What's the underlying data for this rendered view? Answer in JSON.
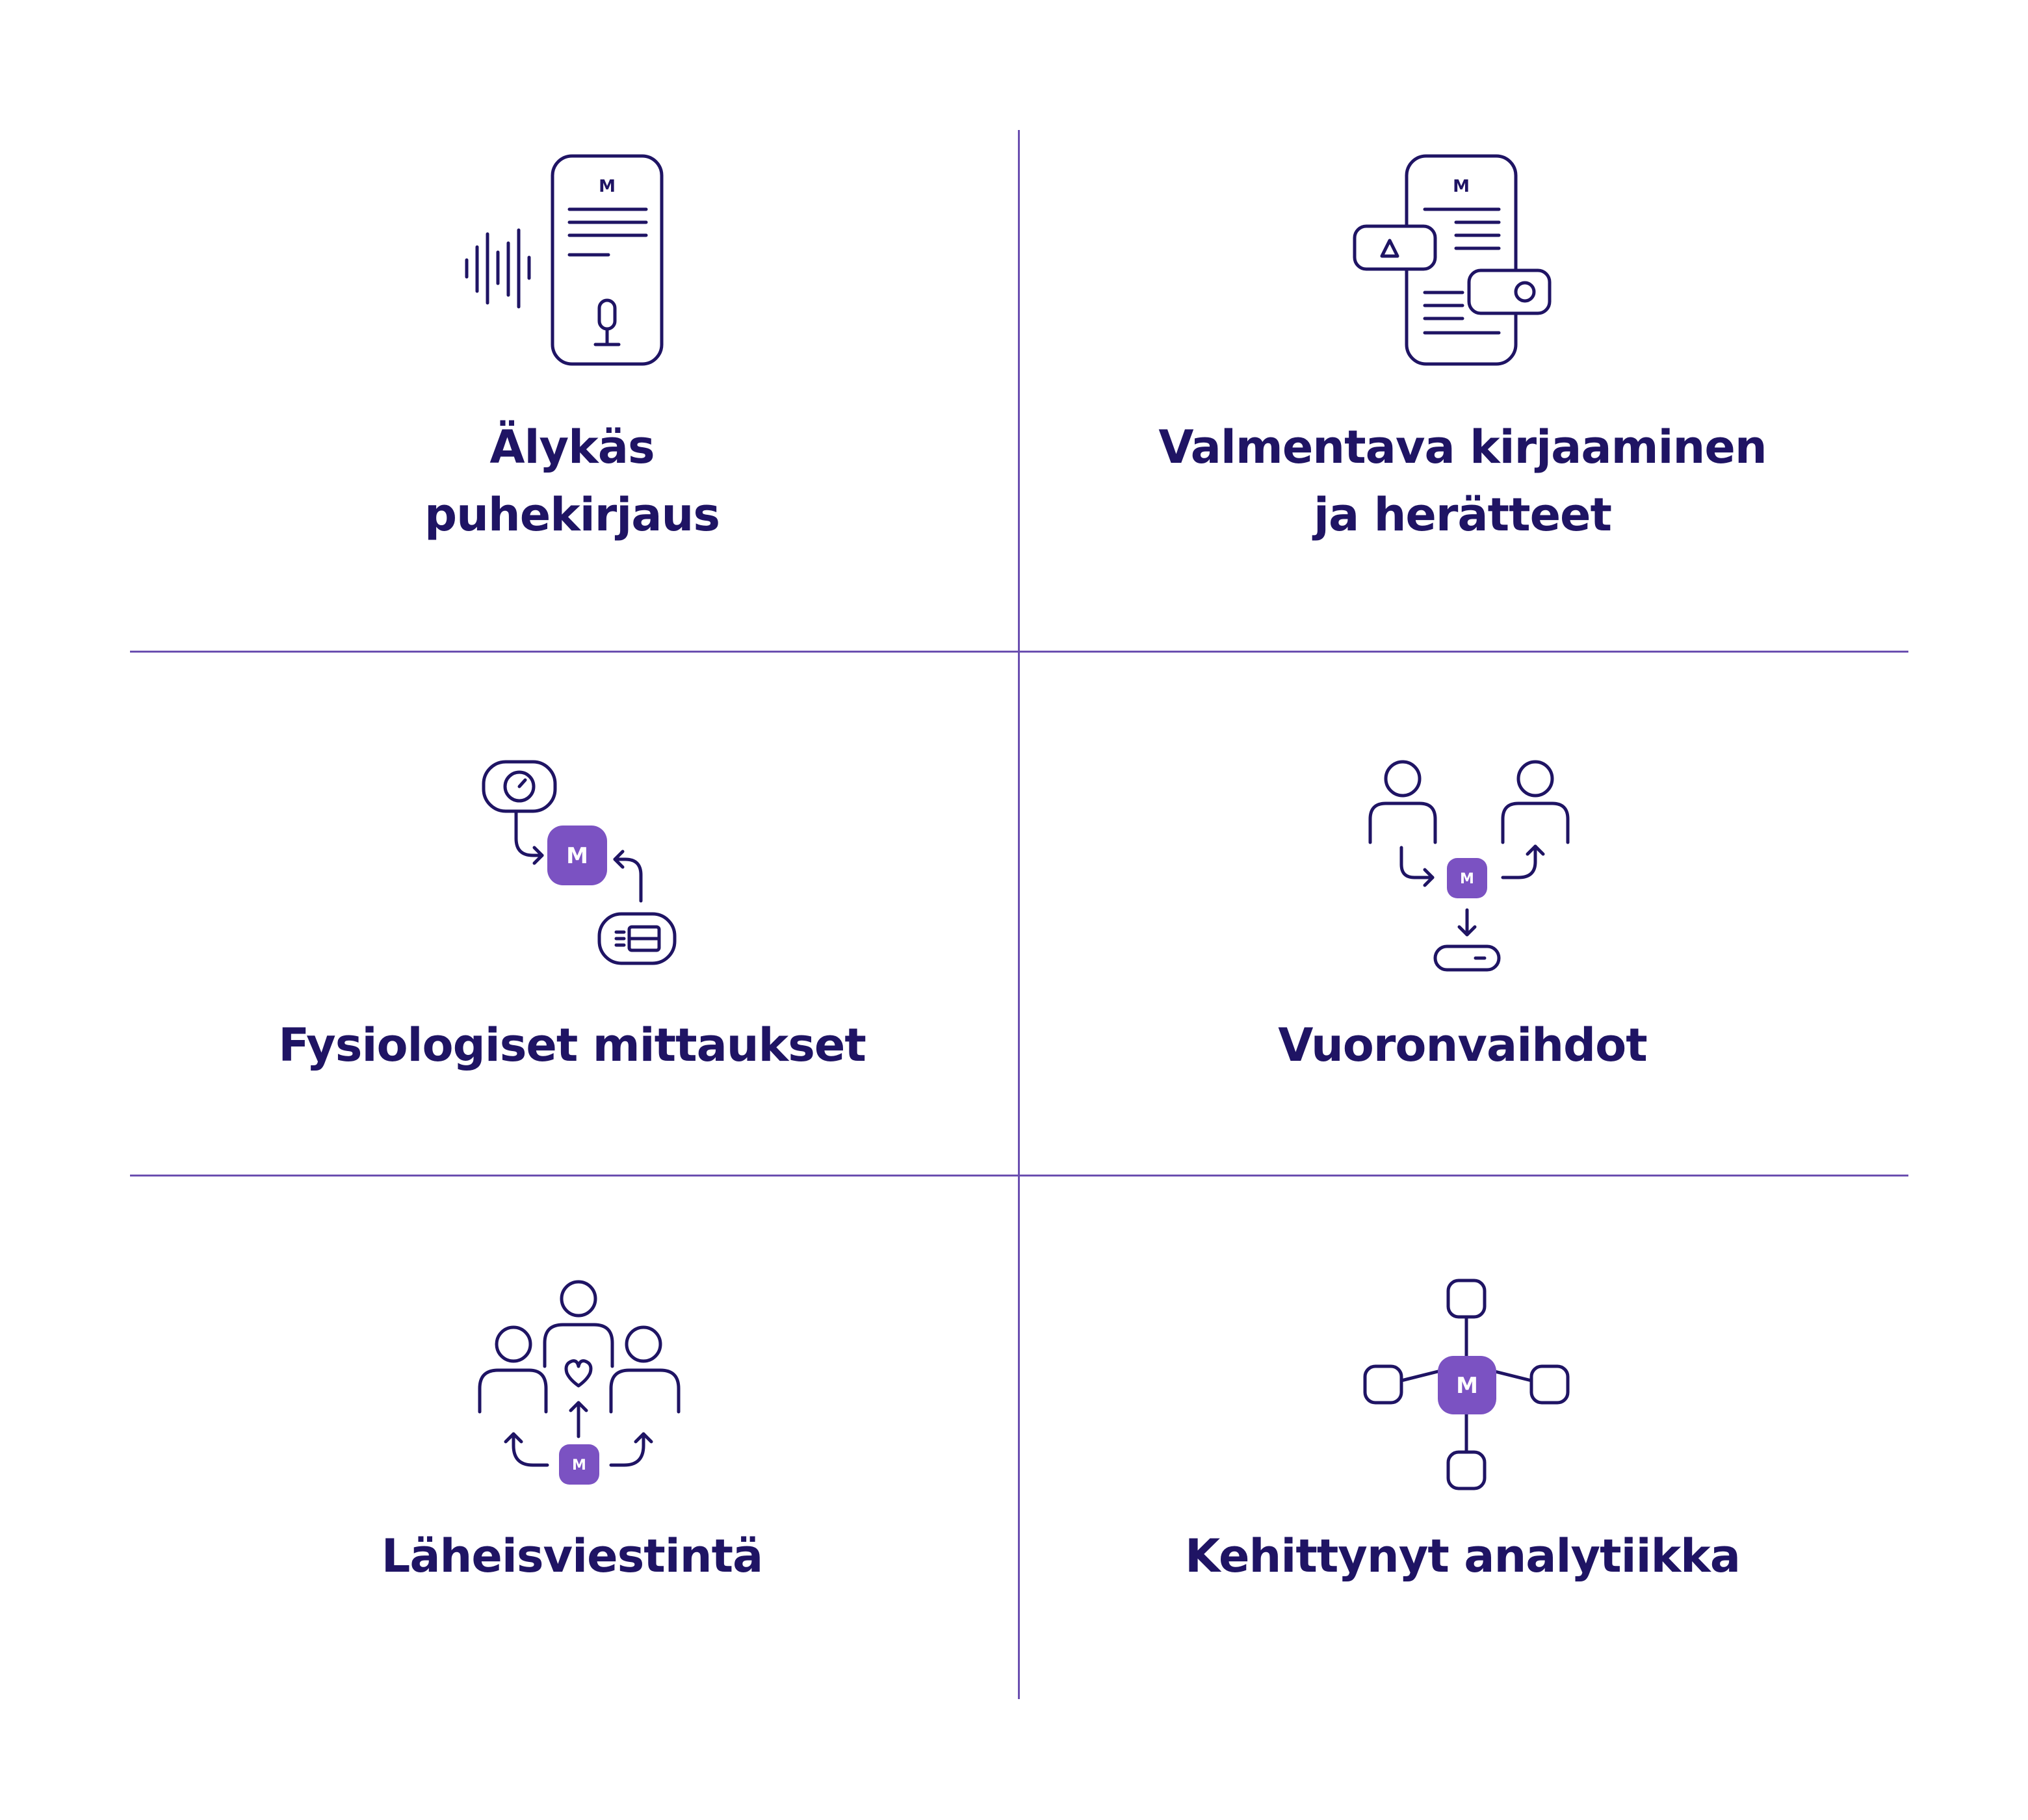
{
  "colors": {
    "text": "#1f1464",
    "accent": "#7b52c2",
    "divider": "#6b4fb0",
    "background": "#ffffff"
  },
  "badge_letter": "M",
  "features": [
    {
      "id": "speech",
      "icon": "phone-microphone-soundwave-icon",
      "label_lines": [
        "Älykäs",
        "puhekirjaus"
      ]
    },
    {
      "id": "guided",
      "icon": "phone-with-prompt-cards-icon",
      "label_lines": [
        "Valmentava kirjaaminen",
        "ja herätteet"
      ]
    },
    {
      "id": "physio",
      "icon": "devices-to-hub-icon",
      "label_lines": [
        "Fysiologiset mittaukset"
      ]
    },
    {
      "id": "shift",
      "icon": "shift-handover-icon",
      "label_lines": [
        "Vuoronvaihdot"
      ]
    },
    {
      "id": "family",
      "icon": "family-communication-icon",
      "label_lines": [
        "Läheisviestintä"
      ]
    },
    {
      "id": "analytics",
      "icon": "hub-network-icon",
      "label_lines": [
        "Kehittynyt analytiikka"
      ]
    }
  ]
}
